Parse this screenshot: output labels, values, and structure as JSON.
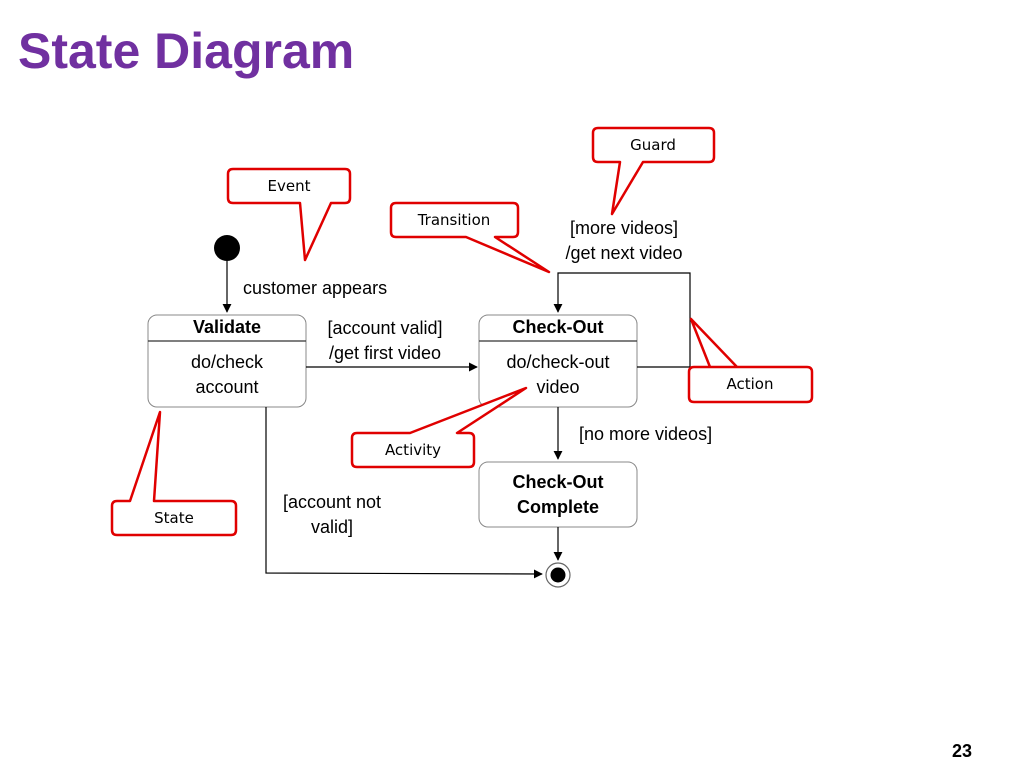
{
  "slide": {
    "title": "State Diagram",
    "page_number": "23"
  },
  "states": {
    "validate": {
      "name": "Validate",
      "activity_line1": "do/check",
      "activity_line2": "account"
    },
    "checkout": {
      "name": "Check-Out",
      "activity_line1": "do/check-out",
      "activity_line2": "video"
    },
    "complete": {
      "name_line1": "Check-Out",
      "name_line2": "Complete"
    }
  },
  "transitions": {
    "event": "customer appears",
    "account_valid_line1": "[account valid]",
    "account_valid_line2": "/get first video",
    "more_videos_line1": "[more videos]",
    "more_videos_line2": "/get next video",
    "no_more_videos": "[no more videos]",
    "account_not_valid_line1": "[account not",
    "account_not_valid_line2": "valid]"
  },
  "callouts": {
    "guard": "Guard",
    "event": "Event",
    "transition": "Transition",
    "action": "Action",
    "activity": "Activity",
    "state": "State"
  },
  "colors": {
    "title": "#7030a0",
    "callout_border": "#e00000",
    "state_border": "#888888",
    "line": "#000000"
  }
}
